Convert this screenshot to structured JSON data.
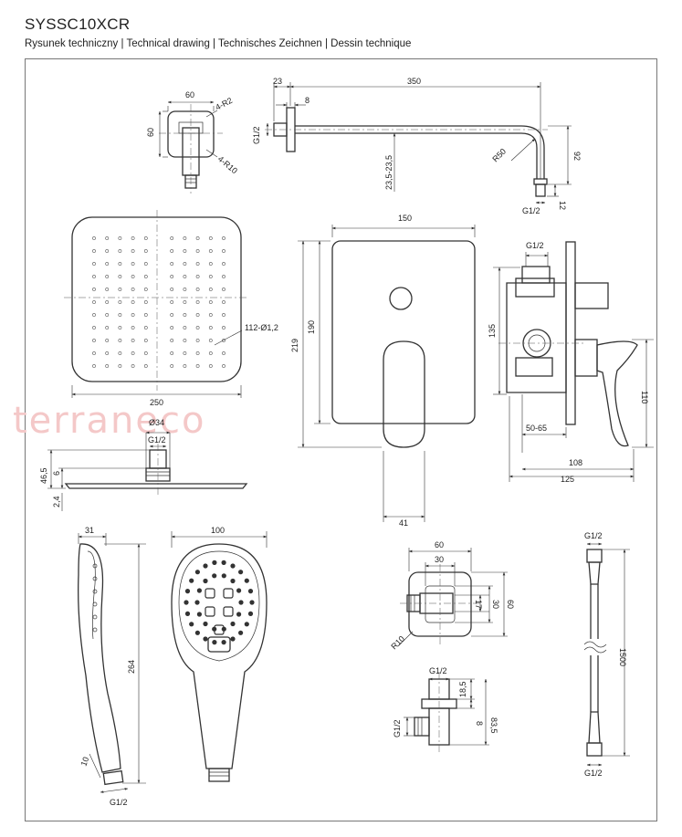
{
  "header": {
    "title": "SYSSC10XCR",
    "subtitle": "Rysunek techniczny | Technical drawing | Technisches Zeichnen | Dessin technique"
  },
  "watermark": "terraneco",
  "dimensions": {
    "elbow_w": "60",
    "elbow_h": "60",
    "elbow_r2": "4-R2",
    "elbow_r10": "4-R10",
    "arm_23": "23",
    "arm_350": "350",
    "arm_8": "8",
    "arm_g12": "G1/2",
    "arm_range": "23,5-23,5",
    "arm_r50": "R50",
    "arm_92": "92",
    "arm_12": "12",
    "arm_g12_end": "G1/2",
    "head_holes": "112-Ø1,2",
    "head_250": "250",
    "head_d34": "Ø34",
    "head_g12": "G1/2",
    "head_465": "46,5",
    "head_6": "6",
    "head_24": "2,4",
    "plate_150": "150",
    "plate_219": "219",
    "plate_190": "190",
    "plate_41": "41",
    "valve_g12": "G1/2",
    "valve_135": "135",
    "valve_110": "110",
    "valve_5065": "50-65",
    "valve_108": "108",
    "valve_125": "125",
    "hand_31": "31",
    "hand_264": "264",
    "hand_10": "10",
    "hand_g12": "G1/2",
    "hand_100": "100",
    "outlet_60": "60",
    "outlet_30": "30",
    "outlet_17": "17",
    "outlet_30v": "30",
    "outlet_60v": "60",
    "outlet_r10": "R10",
    "outlet_g12": "G1/2",
    "outlet_185": "18,5",
    "outlet_8": "8",
    "outlet_835": "83,5",
    "outlet_g12_side": "G1/2",
    "hose_g12_top": "G1/2",
    "hose_1500": "1500",
    "hose_g12_bottom": "G1/2"
  }
}
